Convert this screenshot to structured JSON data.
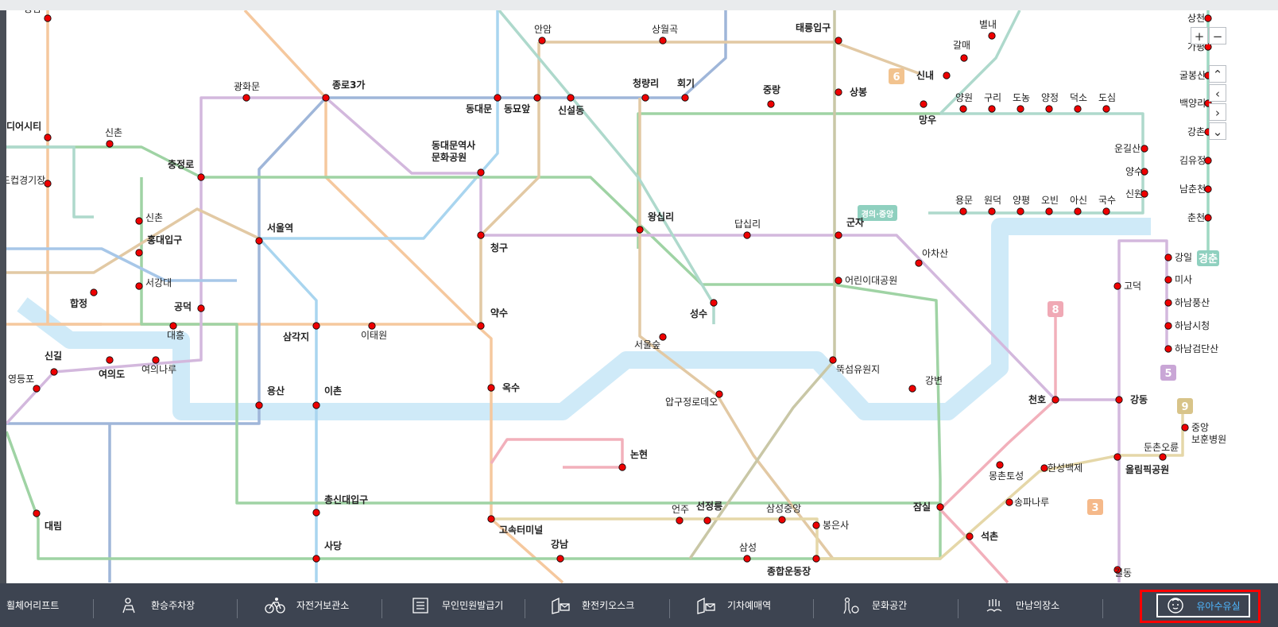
{
  "map": {
    "stations": [
      {
        "id": "eungam",
        "label": "응암"
      },
      {
        "id": "dmc",
        "label": "디어시티"
      },
      {
        "id": "worldcup",
        "label": "드컵경기장"
      },
      {
        "id": "sinchon_gn",
        "label": "신촌"
      },
      {
        "id": "gwanghwamun",
        "label": "광화문"
      },
      {
        "id": "jongno3ga",
        "label": "종로3가"
      },
      {
        "id": "chungjeongno",
        "label": "충정로"
      },
      {
        "id": "sinchon2",
        "label": "신촌"
      },
      {
        "id": "hongdae",
        "label": "홍대입구"
      },
      {
        "id": "seogangdae",
        "label": "서강대"
      },
      {
        "id": "hapjeong",
        "label": "합정"
      },
      {
        "id": "gongdeok",
        "label": "공덕"
      },
      {
        "id": "daeheung",
        "label": "대흥"
      },
      {
        "id": "seoulstation",
        "label": "서울역"
      },
      {
        "id": "samgakji",
        "label": "삼각지"
      },
      {
        "id": "itaewon",
        "label": "이태원"
      },
      {
        "id": "sindorim",
        "label": "신길"
      },
      {
        "id": "yeouido",
        "label": "여의도"
      },
      {
        "id": "yeouinaru",
        "label": "여의나루"
      },
      {
        "id": "yeongdeungpo",
        "label": "영등포"
      },
      {
        "id": "yongsan",
        "label": "용산"
      },
      {
        "id": "ichon",
        "label": "이촌"
      },
      {
        "id": "anam",
        "label": "안암"
      },
      {
        "id": "sangwolgok",
        "label": "상월곡"
      },
      {
        "id": "taereung",
        "label": "태릉입구"
      },
      {
        "id": "dongdaemun",
        "label": "동대문"
      },
      {
        "id": "dongmyo",
        "label": "동묘앞"
      },
      {
        "id": "sinseol",
        "label": "신설동"
      },
      {
        "id": "cheongnyangni",
        "label": "청량리"
      },
      {
        "id": "hoegi",
        "label": "회기"
      },
      {
        "id": "jungnang",
        "label": "중랑"
      },
      {
        "id": "sangbong",
        "label": "상봉"
      },
      {
        "id": "ddp",
        "label": "동대문역사\n문화공원"
      },
      {
        "id": "cheonggu",
        "label": "청구"
      },
      {
        "id": "wangsimni",
        "label": "왕십리"
      },
      {
        "id": "dapsimni",
        "label": "답십리"
      },
      {
        "id": "gunja",
        "label": "군자"
      },
      {
        "id": "childpark",
        "label": "어린이대공원"
      },
      {
        "id": "yaksu",
        "label": "약수"
      },
      {
        "id": "seongsu",
        "label": "성수"
      },
      {
        "id": "seoulforest",
        "label": "서울숲"
      },
      {
        "id": "oksu",
        "label": "옥수"
      },
      {
        "id": "ttukseom",
        "label": "뚝섬유원지"
      },
      {
        "id": "apgujeong",
        "label": "압구정로데오"
      },
      {
        "id": "gangbyeon",
        "label": "강변"
      },
      {
        "id": "achasan",
        "label": "아차산"
      },
      {
        "id": "nonhyeon",
        "label": "논현"
      },
      {
        "id": "chongsin",
        "label": "총신대입구"
      },
      {
        "id": "gosok",
        "label": "고속터미널"
      },
      {
        "id": "eonju",
        "label": "언주"
      },
      {
        "id": "seonjeongneung",
        "label": "선정릉"
      },
      {
        "id": "samseongjungang",
        "label": "삼성중앙"
      },
      {
        "id": "bongeunsa",
        "label": "봉은사"
      },
      {
        "id": "sadang",
        "label": "사당"
      },
      {
        "id": "gangnam",
        "label": "강남"
      },
      {
        "id": "samseong",
        "label": "삼성"
      },
      {
        "id": "jonghapundong",
        "label": "종합운동장"
      },
      {
        "id": "daerim",
        "label": "대림"
      },
      {
        "id": "jamsil",
        "label": "잠실"
      },
      {
        "id": "seokchon",
        "label": "석촌"
      },
      {
        "id": "mongchon",
        "label": "몽촌토성"
      },
      {
        "id": "hanseong",
        "label": "한성백제"
      },
      {
        "id": "songpanaru",
        "label": "송파나루"
      },
      {
        "id": "cheonho",
        "label": "천호"
      },
      {
        "id": "gangdong",
        "label": "강동"
      },
      {
        "id": "olympic",
        "label": "올림픽공원"
      },
      {
        "id": "dunchon",
        "label": "둔촌오륜"
      },
      {
        "id": "jungang",
        "label": "중앙\n보훈병원"
      },
      {
        "id": "godeok",
        "label": "고덕"
      },
      {
        "id": "gildong",
        "label": "길동"
      },
      {
        "id": "gangil",
        "label": "강일"
      },
      {
        "id": "misa",
        "label": "미사"
      },
      {
        "id": "hanampungsan",
        "label": "하남풍산"
      },
      {
        "id": "hanamsicheong",
        "label": "하남시청"
      },
      {
        "id": "hanamgeomdan",
        "label": "하남검단산"
      },
      {
        "id": "sinnae",
        "label": "신내"
      },
      {
        "id": "galmae",
        "label": "갈매"
      },
      {
        "id": "byeollae",
        "label": "별내"
      },
      {
        "id": "mangu",
        "label": "망우"
      },
      {
        "id": "yangwon",
        "label": "양원"
      },
      {
        "id": "guri",
        "label": "구리"
      },
      {
        "id": "donong",
        "label": "도농"
      },
      {
        "id": "yangjeong",
        "label": "양정"
      },
      {
        "id": "deokso",
        "label": "덕소"
      },
      {
        "id": "dosim",
        "label": "도심"
      },
      {
        "id": "ungilsan",
        "label": "운길산"
      },
      {
        "id": "yangsu",
        "label": "양수"
      },
      {
        "id": "sinwon",
        "label": "신원"
      },
      {
        "id": "yongmun",
        "label": "용문"
      },
      {
        "id": "wondeok",
        "label": "원덕"
      },
      {
        "id": "yangpyeong",
        "label": "양평"
      },
      {
        "id": "obin",
        "label": "오빈"
      },
      {
        "id": "asin",
        "label": "아신"
      },
      {
        "id": "guksu",
        "label": "국수"
      },
      {
        "id": "sangcheon",
        "label": "상천"
      },
      {
        "id": "gapyeong",
        "label": "가평"
      },
      {
        "id": "gulbongsan",
        "label": "굴봉산"
      },
      {
        "id": "baegyangni",
        "label": "백양리"
      },
      {
        "id": "gangchon",
        "label": "강촌"
      },
      {
        "id": "gimyujeong",
        "label": "김유정"
      },
      {
        "id": "namchuncheon",
        "label": "남춘천"
      },
      {
        "id": "chuncheon",
        "label": "춘천"
      }
    ],
    "line_badges": [
      {
        "id": "b6",
        "text": "6",
        "color": "#f2c38f"
      },
      {
        "id": "b8",
        "text": "8",
        "color": "#f0a9b5"
      },
      {
        "id": "b5",
        "text": "5",
        "color": "#c9a6d6"
      },
      {
        "id": "b9",
        "text": "9",
        "color": "#d8c489"
      },
      {
        "id": "b3",
        "text": "3",
        "color": "#f5b98a"
      },
      {
        "id": "bgj",
        "text": "경의·중앙",
        "color": "#8fd0bf"
      },
      {
        "id": "bgc",
        "text": "경춘",
        "color": "#8fd0bf"
      }
    ],
    "line_colors": {
      "line1": "#9fb6d9",
      "line2": "#9fd3a4",
      "line3": "#f5c89e",
      "line4": "#a9d5ef",
      "line5": "#d3b8dd",
      "line6": "#e2c9a4",
      "line7": "#c9c7a6",
      "line8": "#f2b0bb",
      "line9": "#e5d7a8",
      "gyeongui": "#aed9cc",
      "gyeongchun": "#9fd8c3",
      "airport": "#a7c7e8",
      "sinbundang": "#e7a6a6",
      "river": "#cfeaf8",
      "station_fill": "#ee0000"
    }
  },
  "controls": {
    "zoom_in": "+",
    "zoom_out": "−",
    "pan_up": "⌃",
    "pan_left": "‹",
    "pan_right": "›",
    "pan_down": "⌄"
  },
  "bottom_bar": {
    "items": [
      {
        "label": "휠체어리프트",
        "icon": "wheelchair-lift-icon"
      },
      {
        "label": "환승주차장",
        "icon": "parking-icon"
      },
      {
        "label": "자전거보관소",
        "icon": "bicycle-icon"
      },
      {
        "label": "무인민원발급기",
        "icon": "kiosk-icon"
      },
      {
        "label": "환전키오스크",
        "icon": "exchange-icon"
      },
      {
        "label": "기차예매역",
        "icon": "train-ticket-icon"
      },
      {
        "label": "문화공간",
        "icon": "culture-icon"
      },
      {
        "label": "만남의장소",
        "icon": "meeting-icon"
      }
    ],
    "active": {
      "label": "유아수유실",
      "icon": "baby-icon",
      "color": "#4fb7ff"
    }
  }
}
